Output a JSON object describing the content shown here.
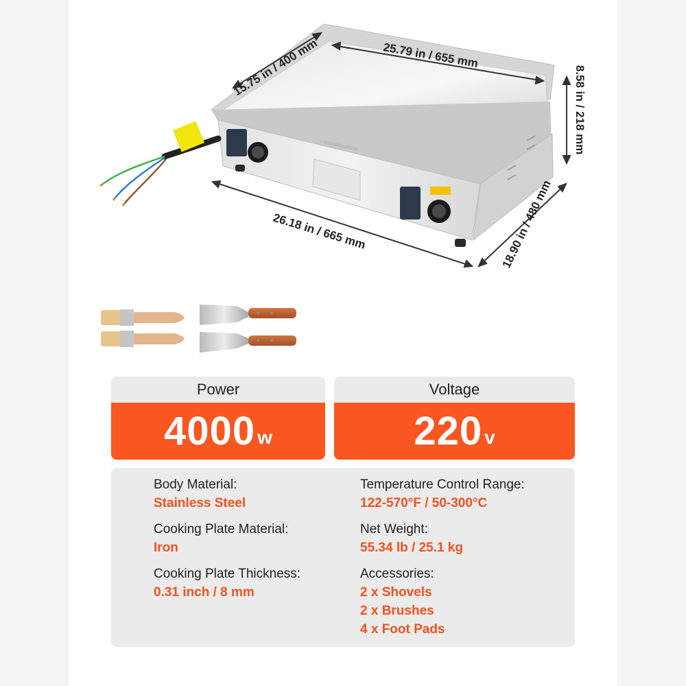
{
  "dimensions": {
    "depth_top": "15.75 in / 400 mm",
    "width_top": "25.79 in / 655 mm",
    "height": "8.58 in / 218 mm",
    "width_bottom": "26.18 in / 665 mm",
    "depth_bottom": "18.90 in / 480 mm"
  },
  "cards": {
    "power": {
      "label": "Power",
      "value": "4000",
      "unit": "w"
    },
    "voltage": {
      "label": "Voltage",
      "value": "220",
      "unit": "v"
    }
  },
  "specs": {
    "body_material": {
      "label": "Body Material:",
      "value": "Stainless Steel"
    },
    "plate_material": {
      "label": "Cooking Plate Material:",
      "value": "Iron"
    },
    "plate_thickness": {
      "label": "Cooking Plate Thickness:",
      "value": "0.31 inch / 8 mm"
    },
    "temp_range": {
      "label": "Temperature Control Range:",
      "value": "122-570°F / 50-300°C"
    },
    "net_weight": {
      "label": "Net Weight:",
      "value": "55.34 lb / 25.1 kg"
    },
    "accessories": {
      "label": "Accessories:",
      "items": [
        "2 x Shovels",
        "2 x Brushes",
        "4 x Foot Pads"
      ]
    }
  },
  "colors": {
    "accent": "#f95621",
    "accent_text": "#f4511e",
    "panel": "#ebebeb"
  }
}
